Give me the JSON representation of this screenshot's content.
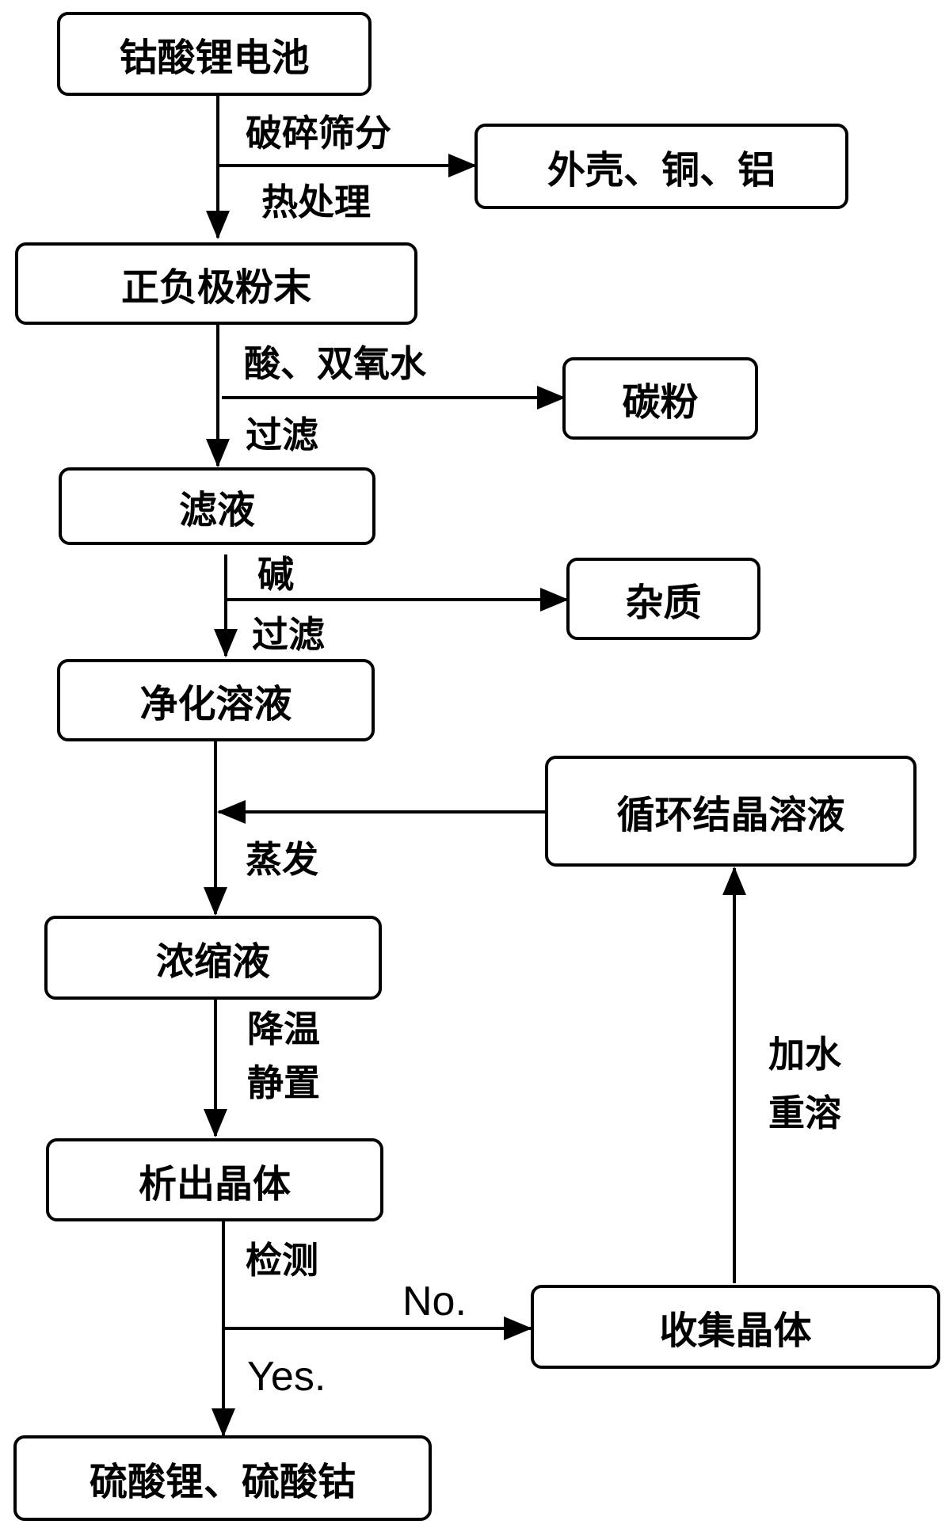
{
  "nodes": {
    "battery": "钴酸锂电池",
    "shell": "外壳、铜、铝",
    "powder": "正负极粉末",
    "carbon": "碳粉",
    "filtrate": "滤液",
    "impurity": "杂质",
    "purified": "净化溶液",
    "recycle": "循环结晶溶液",
    "concentrate": "浓缩液",
    "crystal": "析出晶体",
    "collect": "收集晶体",
    "product": "硫酸锂、硫酸钴"
  },
  "labels": {
    "crush": "破碎筛分",
    "heat": "热处理",
    "acid": "酸、双氧水",
    "filter1": "过滤",
    "alkali": "碱",
    "filter2": "过滤",
    "evaporate": "蒸发",
    "cool": "降温",
    "stand": "静置",
    "detect": "检测",
    "no": "No.",
    "yes": "Yes.",
    "addwater": "加水",
    "redissolve": "重溶"
  }
}
